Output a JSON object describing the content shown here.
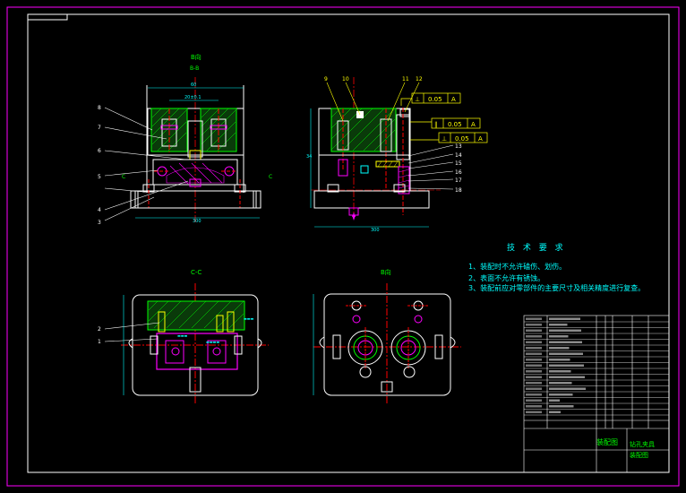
{
  "colors": {
    "background": "#000000",
    "frame": "#ffffff",
    "outline": "#ffffff",
    "hatch": "#ff00ff",
    "part": "#00ff00",
    "centerline": "#ff0000",
    "dimension": "#00ffff",
    "leader": "#ffff00",
    "highlight": "#ff00ff"
  },
  "labels": {
    "front_view": [
      "8",
      "7",
      "6",
      "5",
      "4",
      "3"
    ],
    "side_view_top": [
      "9",
      "10",
      "11",
      "12"
    ],
    "side_view_right": [
      "13",
      "14",
      "15",
      "16",
      "17",
      "18"
    ],
    "section_view": [
      "2",
      "1"
    ]
  },
  "view_titles": {
    "front_view_arrow": "B向",
    "front_view_arrow_mark": "B-B",
    "section_view": "C-C",
    "bottom_view": "B向",
    "section_mark_left": "C",
    "section_mark_right": "C"
  },
  "dimensions": {
    "front_top": "60",
    "front_inner": "20±0.1",
    "front_bottom": "300",
    "side_bottom": "300",
    "side_height": "34"
  },
  "tolerance_frames": [
    {
      "symbol": "⊥",
      "value": "0.05",
      "datum": "A"
    },
    {
      "symbol": "∥",
      "value": "0.05",
      "datum": "A"
    },
    {
      "symbol": "⊥",
      "value": "0.05",
      "datum": "A"
    }
  ],
  "datum_mark": "A",
  "technical_requirements": {
    "title": "技 术 要 求",
    "items": [
      "1、装配时不允许磕伤、划伤。",
      "2、表面不允许有锈蚀。",
      "3、装配前应对零部件的主要尺寸及相关精度进行复查。"
    ]
  },
  "title_block": {
    "drawing_title": "装配图",
    "drawing_name_1": "钻孔夹具",
    "drawing_name_2": "装配图"
  }
}
